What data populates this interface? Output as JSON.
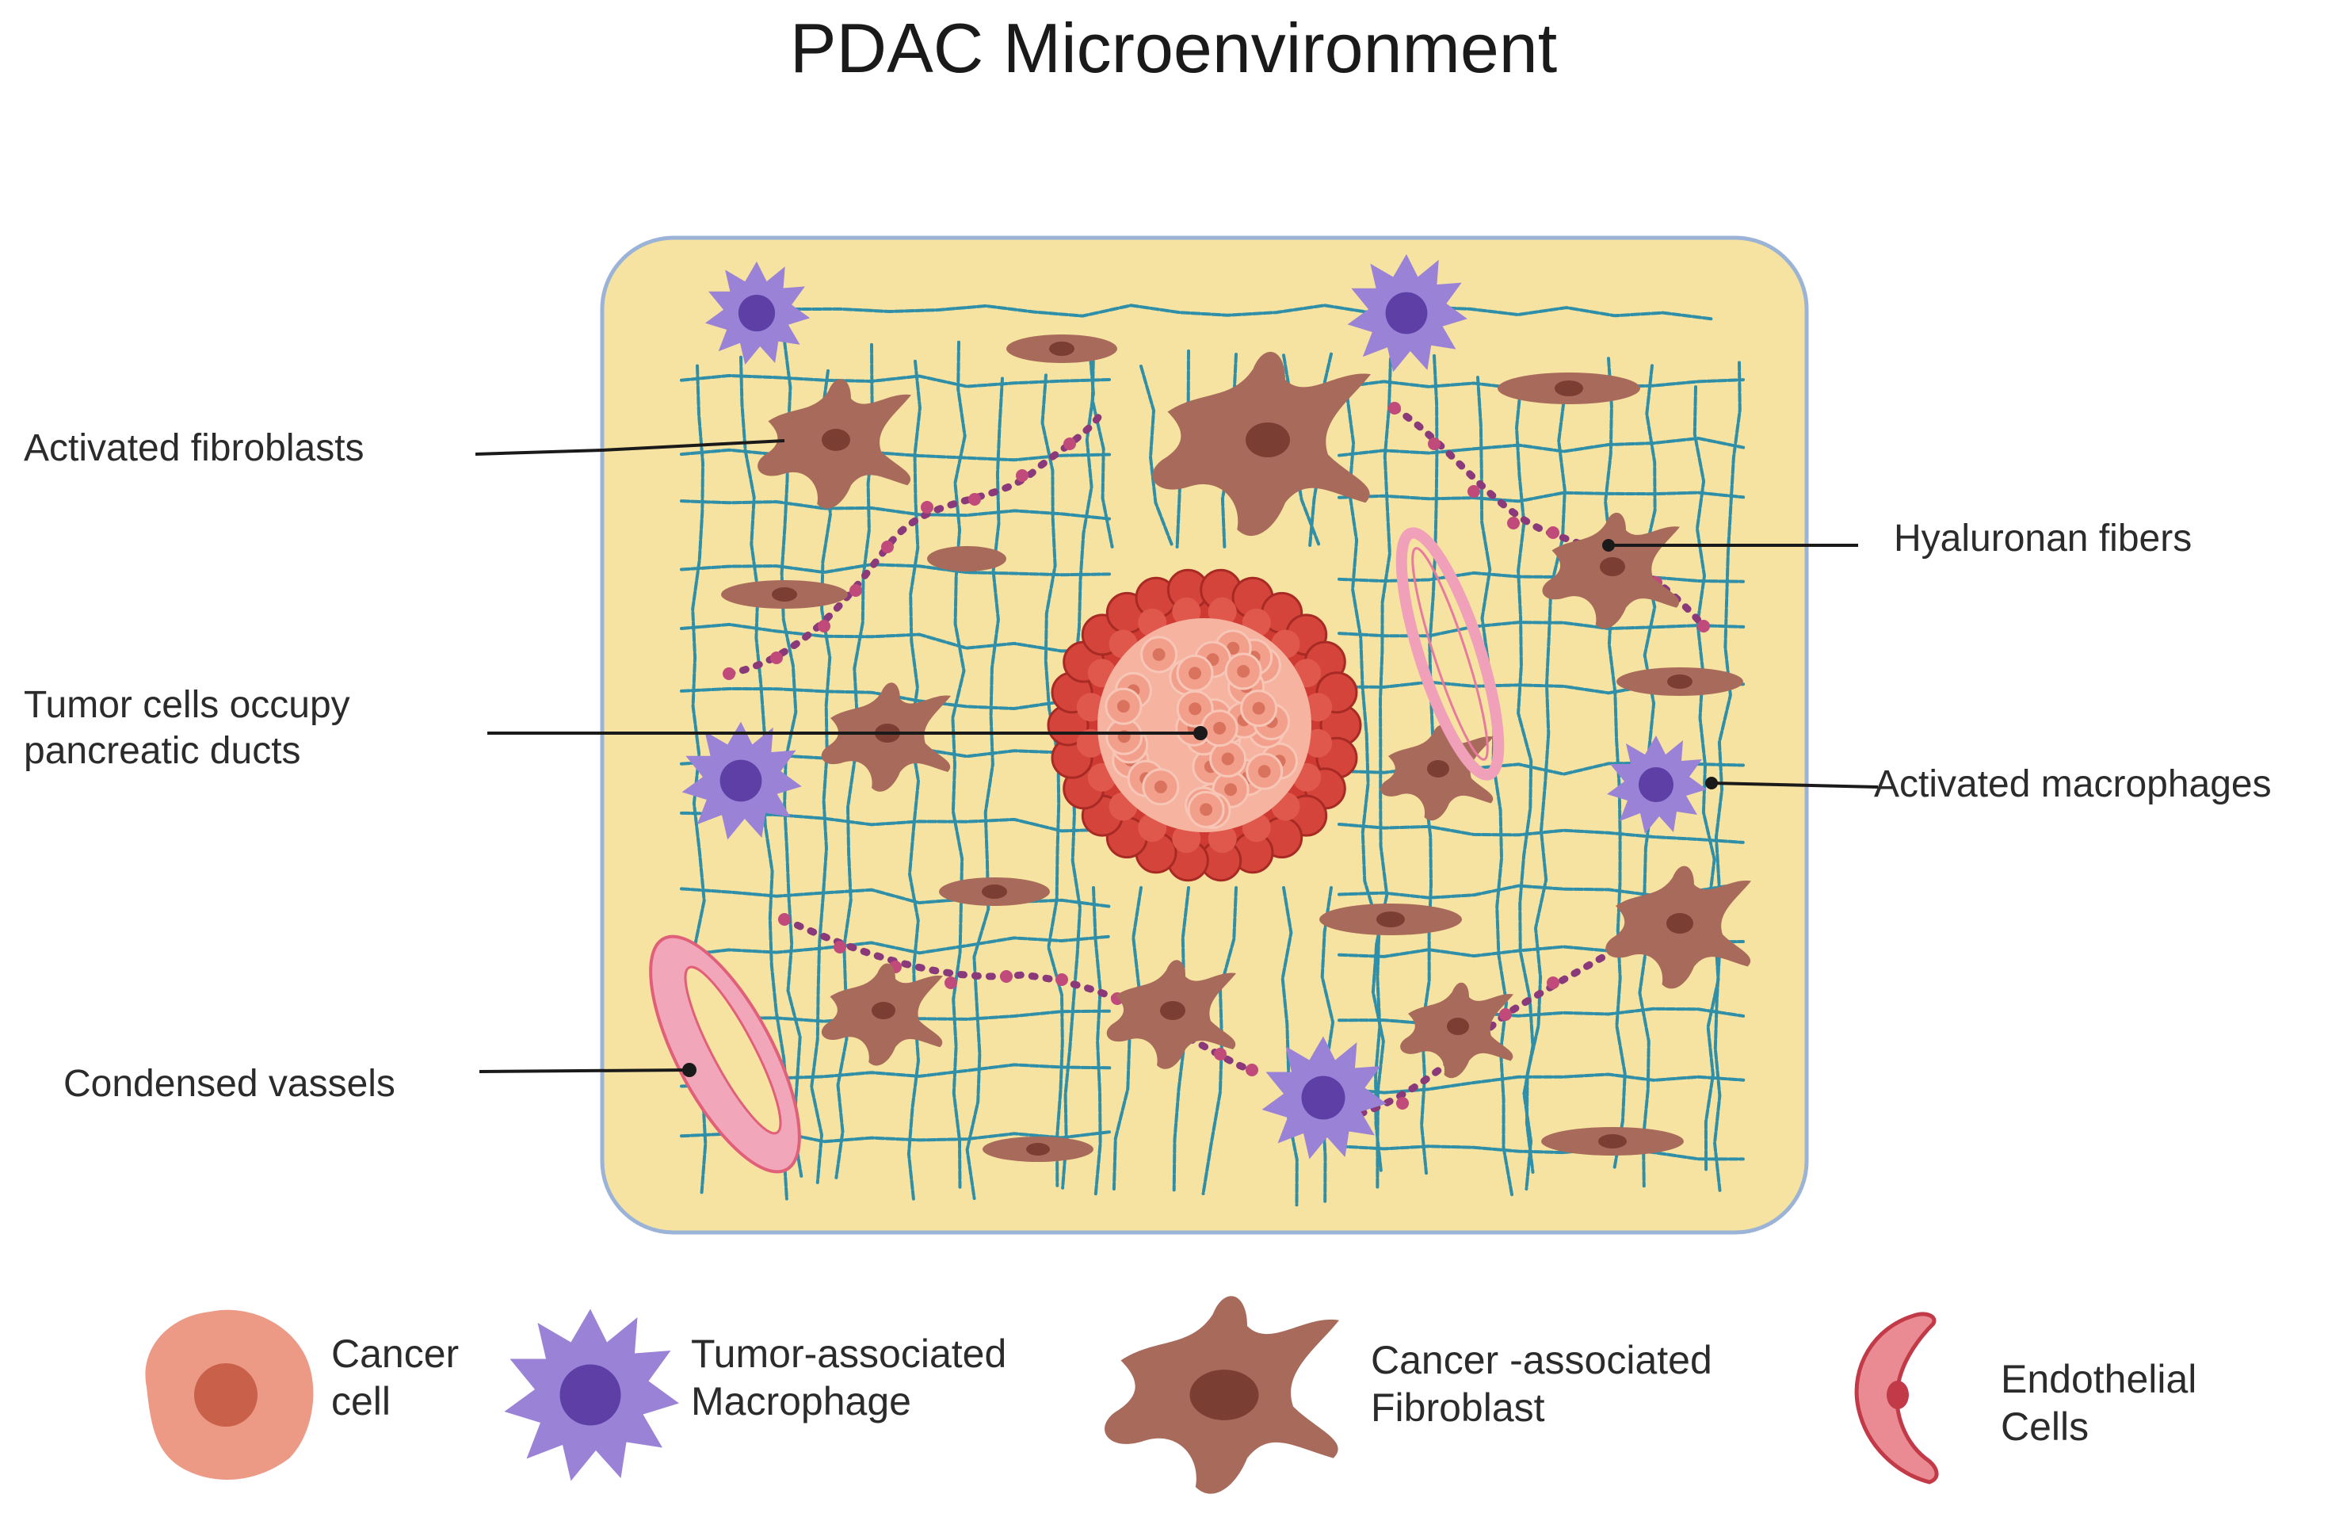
{
  "title": "PDAC Microenvironment",
  "callouts": {
    "activated_fibroblasts": "Activated fibroblasts",
    "tumor_ducts_line1": "Tumor cells occupy",
    "tumor_ducts_line2": "pancreatic ducts",
    "condensed_vessels": "Condensed vassels",
    "hyaluronan_fibers": "Hyaluronan fibers",
    "activated_macrophages": "Activated macrophages"
  },
  "legend": {
    "cancer_cell_line1": "Cancer",
    "cancer_cell_line2": "cell",
    "tam_line1": "Tumor-associated",
    "tam_line2": "Macrophage",
    "caf_line1": "Cancer -associated",
    "caf_line2": "Fibroblast",
    "endo_line1": "Endothelial",
    "endo_line2": "Cells"
  },
  "colors": {
    "tissue": "#f7e3a1",
    "tissue_border": "#9bb3d6",
    "fiber": "#2f8fa8",
    "hyaluronan": "#8a3a7a",
    "fibroblast": "#a86a5a",
    "macrophage": "#9a82d6",
    "macrophage_core": "#5e3fa6",
    "tumor_ring": "#cf3a32",
    "tumor_core": "#f5b3a0",
    "vessel": "#f0a0b8",
    "cancer_cell": "#ec9a86"
  }
}
